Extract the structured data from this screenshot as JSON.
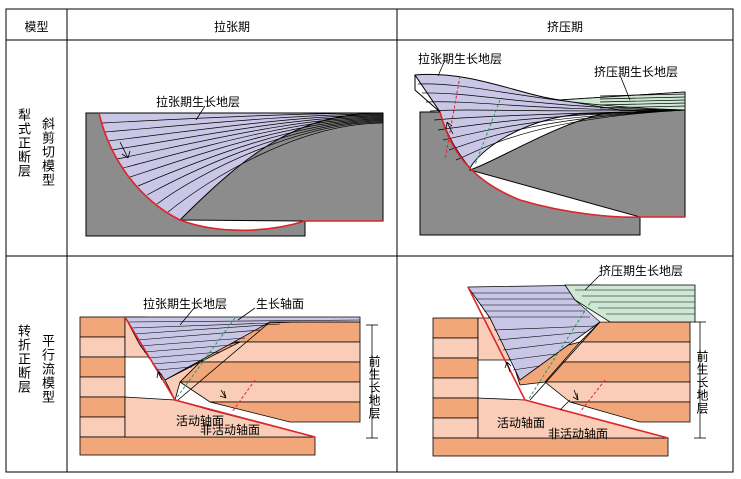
{
  "header": {
    "model": "模型",
    "extension": "拉张期",
    "compression": "挤压期"
  },
  "rows": [
    {
      "label_outer": "犁式正断层",
      "label_inner": "斜剪切模型"
    },
    {
      "label_outer": "转折正断层",
      "label_inner": "平行流模型"
    }
  ],
  "annotations": {
    "ext_growth": "拉张期生长地层",
    "comp_growth": "挤压期生长地层",
    "growth_axis": "生长轴面",
    "pre_growth": "前生长地层",
    "active_axis": "活动轴面",
    "inactive_axis": "非活动轴面"
  },
  "colors": {
    "gray_block": "#8c8c8c",
    "purple_strata": "#c9c6e6",
    "green_strata": "#cfe8d6",
    "orange_layer": "#f2a77a",
    "pink_layer": "#f9cdb7",
    "fault": "#e0242c",
    "axis_red": "#e0242c",
    "axis_green": "#1fa060"
  }
}
